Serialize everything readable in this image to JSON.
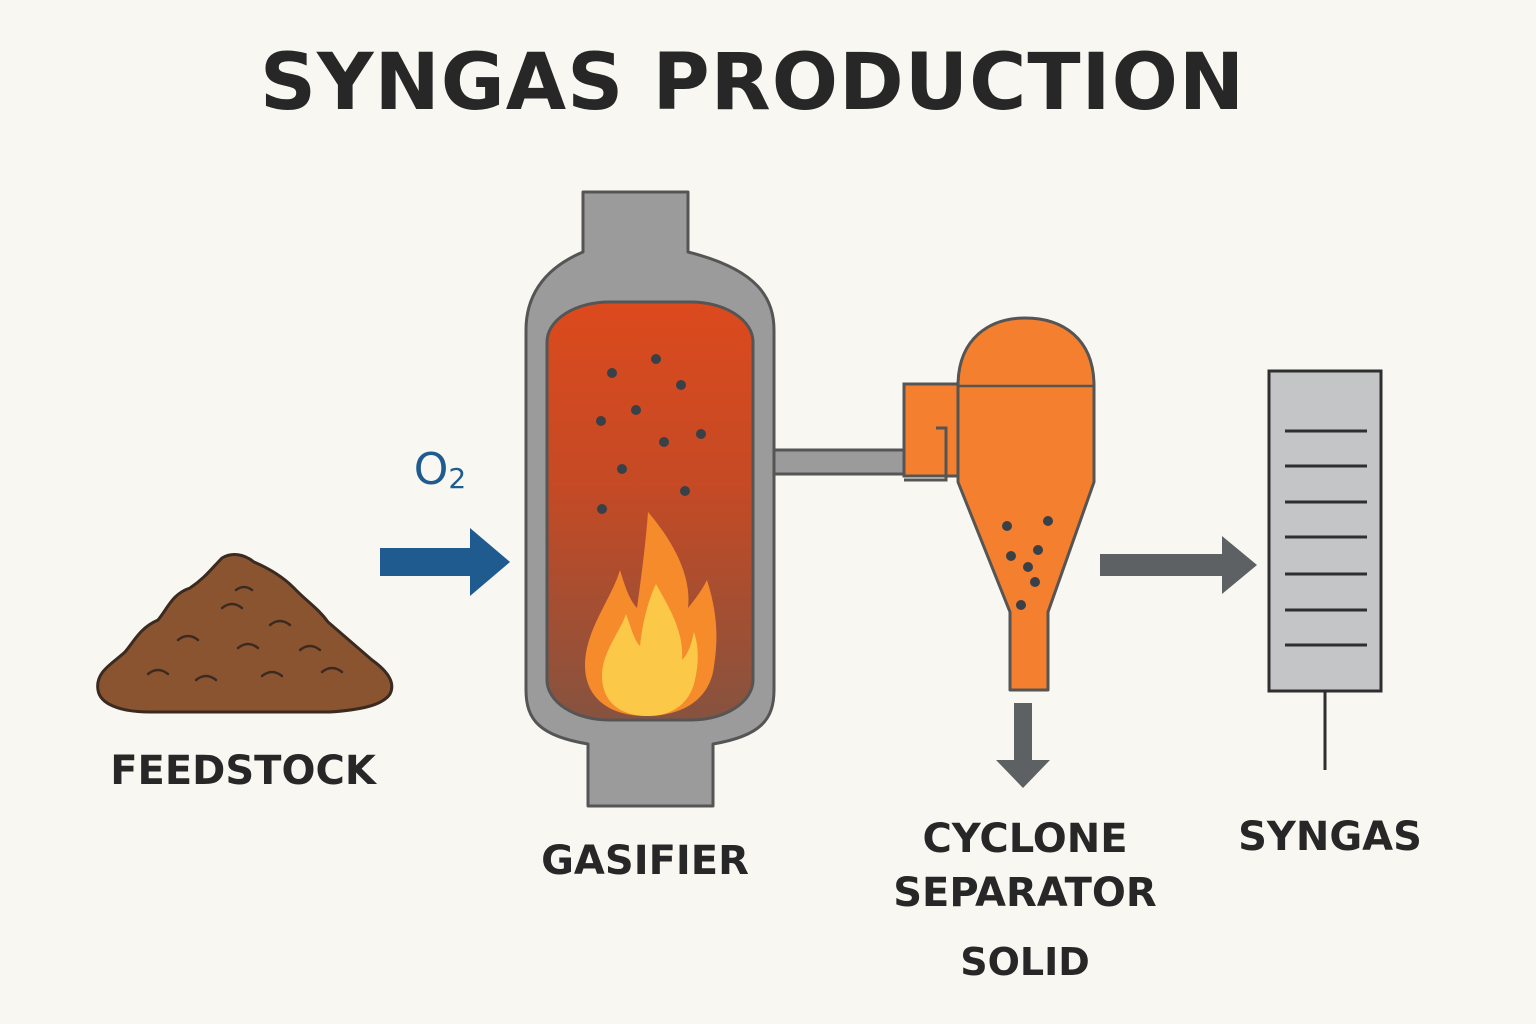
{
  "title": "SYNGAS PRODUCTION",
  "labels": {
    "feedstock": "FEEDSTOCK",
    "gasifier": "GASIFIER",
    "cyclone_line1": "CYCLONE",
    "cyclone_line2": "SEPARATOR",
    "solid": "SOLID",
    "syngas": "SYNGAS",
    "oxygen_base": "O",
    "oxygen_sub": "2"
  },
  "colors": {
    "background": "#f8f7f2",
    "vessel_gray": "#9b9b9b",
    "vessel_outline": "#555555",
    "gasifier_hot": "#d9471e",
    "gasifier_bottom": "#8a5140",
    "cyclone_orange": "#f4802f",
    "oxygen_arrow": "#1f5b8e",
    "flow_arrow": "#5d6163",
    "feedstock_brown": "#8b5431",
    "flame_outer": "#f68b2c",
    "flame_inner": "#fcc847",
    "particle": "#394047",
    "syngas_panel": "#c4c5c6"
  },
  "icons": [
    "feedstock-pile-icon",
    "flame-icon",
    "oxygen-arrow-icon",
    "solid-discharge-arrow-icon",
    "syngas-flow-arrow-icon"
  ]
}
